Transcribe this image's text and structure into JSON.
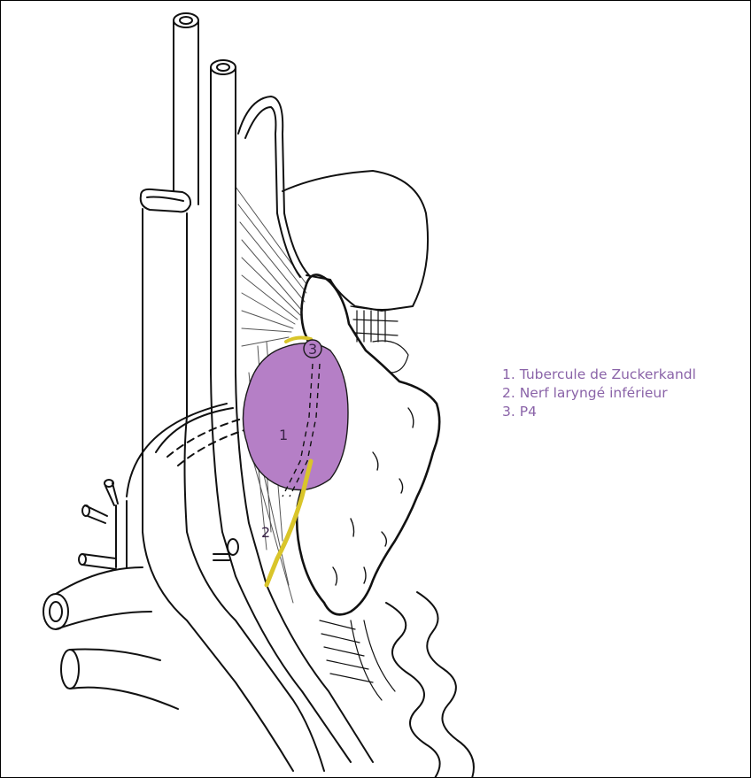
{
  "legend": {
    "items": [
      {
        "label": "1. Tubercule de Zuckerkandl"
      },
      {
        "label": "2. Nerf laryngé inférieur"
      },
      {
        "label": "3. P4"
      }
    ]
  },
  "markers": {
    "m1": "1",
    "m2": "2",
    "m3": "3"
  },
  "colors": {
    "tubercle": "#b57fc6",
    "nerve": "#d9c52a",
    "legend_text": "#8a63a8",
    "outline": "#111111"
  }
}
